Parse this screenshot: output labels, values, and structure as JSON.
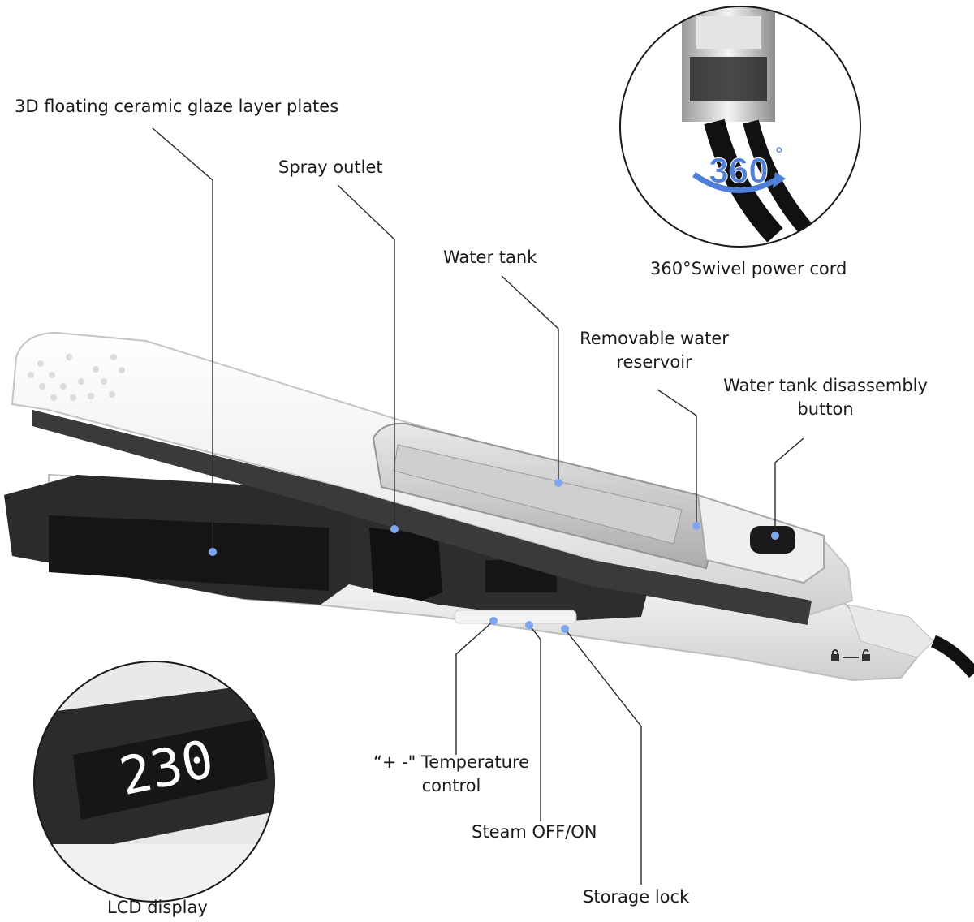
{
  "labels": {
    "plates": "3D floating ceramic glaze layer plates",
    "spray_outlet": "Spray outlet",
    "water_tank": "Water tank",
    "swivel_cord": "360°Swivel power cord",
    "reservoir_line1": "Removable water",
    "reservoir_line2": "reservoir",
    "disassembly_line1": "Water tank disassembly",
    "disassembly_line2": "button",
    "temp_line1": "“+ -\" Temperature",
    "temp_line2": "control",
    "steam": "Steam OFF/ON",
    "storage_lock": "Storage lock",
    "lcd": "LCD display"
  },
  "inset_swivel": {
    "badge": "360",
    "degree": "°"
  },
  "inset_lcd": {
    "readout": "230"
  },
  "colors": {
    "callout_dot": "#7ea6ee",
    "line": "#2a2a2a",
    "badge_blue": "#4f7fd8"
  },
  "icons": {
    "lock": "lock-icon",
    "unlock": "unlock-icon"
  }
}
